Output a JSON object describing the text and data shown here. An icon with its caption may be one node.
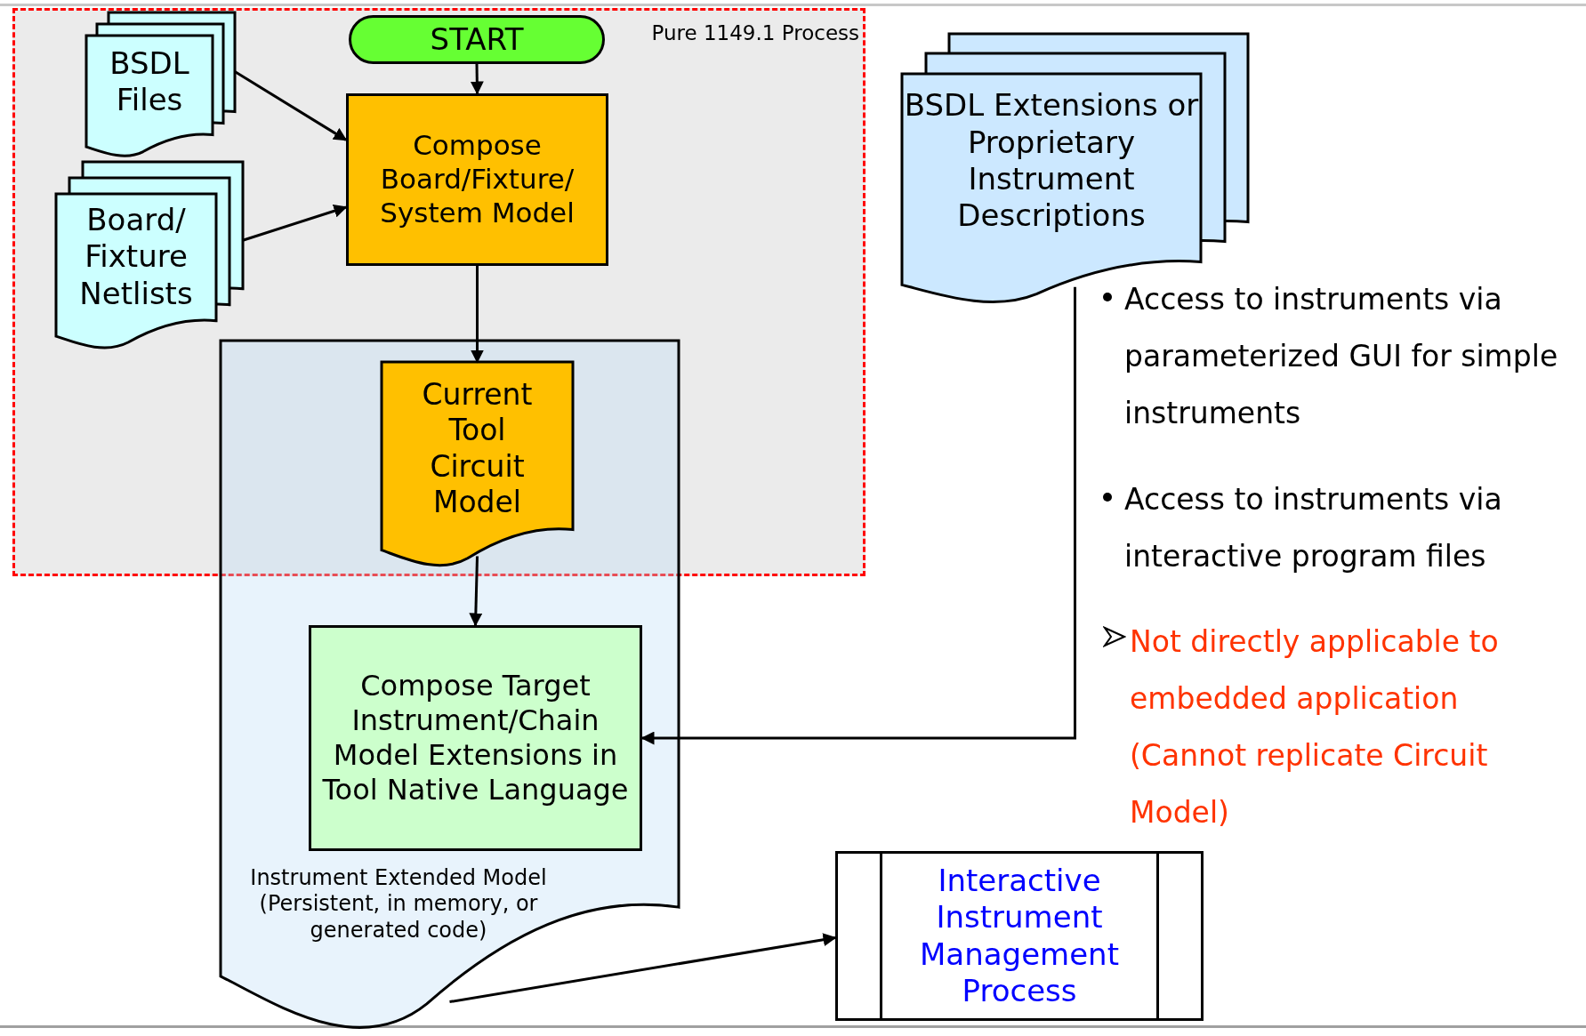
{
  "diagram": {
    "nodes": [
      {
        "text": [
          "Pure 1149.1 Process"
        ]
      },
      {
        "text": [
          "START"
        ],
        "in": 0
      },
      {
        "text": [
          "BSDL Files"
        ],
        "in": 0
      },
      {
        "text": [
          "Board/ Fixture Netlists"
        ],
        "in": 0
      },
      {
        "text": [
          "Compose Board/Fixture/ System Model"
        ],
        "in": 0
      },
      {
        "text": [
          "Instrument Extended Model (Persistent, in memory, or generated code)"
        ]
      },
      {
        "text": [
          "Current Tool Circuit Model"
        ]
      },
      {
        "text": [
          "Compose Target Instrument/Chain Model Extensions in Tool Native Language"
        ],
        "in": 5
      },
      {
        "text": [
          "BSDL Extensions or Proprietary Instrument Descriptions"
        ]
      },
      {
        "text": [
          "Interactive Instrument Management Process"
        ]
      }
    ],
    "edges": [
      {
        "from": 1,
        "to": 4,
        "arrow": "to"
      },
      {
        "from": 2,
        "to": 4,
        "arrow": "to"
      },
      {
        "from": 3,
        "to": 4,
        "arrow": "to"
      },
      {
        "from": 4,
        "to": 6,
        "arrow": "to"
      },
      {
        "from": 6,
        "to": 7,
        "arrow": "to"
      },
      {
        "from": 8,
        "to": 7,
        "arrow": "to"
      },
      {
        "from": 5,
        "to": 9,
        "arrow": "to"
      }
    ],
    "labels": [
      "Access to instruments via parameterized GUI for simple instruments",
      "Access to instruments via interactive program files",
      "Not directly applicable to embedded application (Cannot replicate Circuit Model)"
    ]
  }
}
